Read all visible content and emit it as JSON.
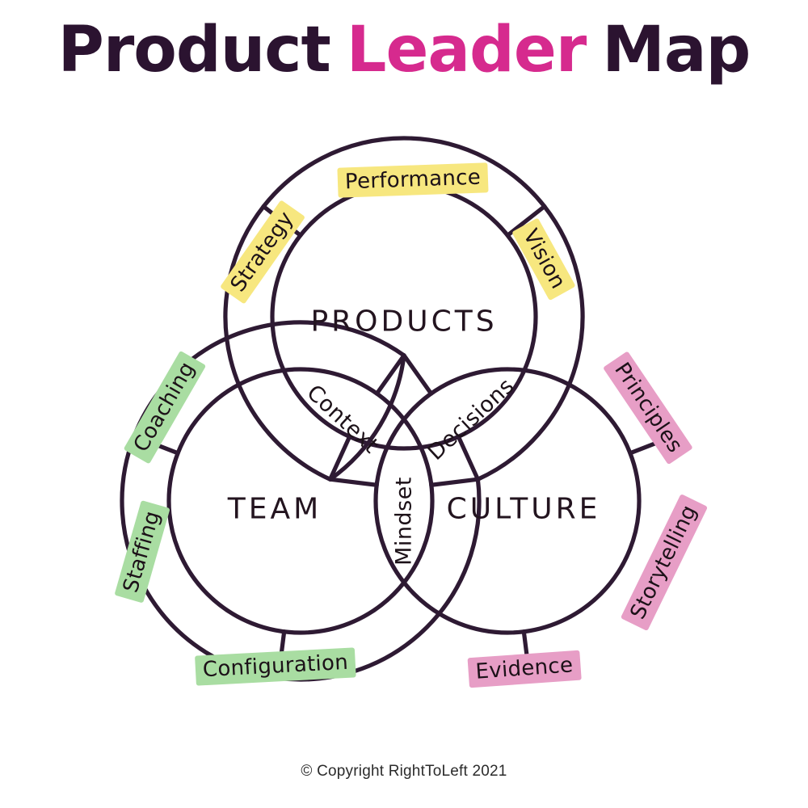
{
  "title": {
    "part1": "Product",
    "part2": "Leader",
    "part3": "Map",
    "color_dark": "#2b1330",
    "color_accent": "#d62a8e"
  },
  "footer": {
    "text": "© Copyright RightToLeft 2021"
  },
  "diagram": {
    "type": "venn-3-circle-with-outer-ring-segments",
    "stroke_color": "#2e1a33",
    "background": "#ffffff",
    "core_circles": [
      {
        "id": "products",
        "label": "PRODUCTS"
      },
      {
        "id": "team",
        "label": "TEAM"
      },
      {
        "id": "culture",
        "label": "CULTURE"
      }
    ],
    "overlaps": [
      {
        "id": "context",
        "label": "Context",
        "between": "PRODUCTS + TEAM"
      },
      {
        "id": "decisions",
        "label": "Decisions",
        "between": "PRODUCTS + CULTURE"
      },
      {
        "id": "mindset",
        "label": "Mindset",
        "between": "TEAM + CULTURE"
      }
    ],
    "ring_segments": [
      {
        "id": "strategy",
        "label": "Strategy",
        "highlight": "yellow",
        "parent": "products"
      },
      {
        "id": "performance",
        "label": "Performance",
        "highlight": "yellow",
        "parent": "products"
      },
      {
        "id": "vision",
        "label": "Vision",
        "highlight": "yellow",
        "parent": "products"
      },
      {
        "id": "principles",
        "label": "Principles",
        "highlight": "pink",
        "parent": "culture"
      },
      {
        "id": "storytelling",
        "label": "Storytelling",
        "highlight": "pink",
        "parent": "culture"
      },
      {
        "id": "evidence",
        "label": "Evidence",
        "highlight": "pink",
        "parent": "culture"
      },
      {
        "id": "configuration",
        "label": "Configuration",
        "highlight": "green",
        "parent": "team"
      },
      {
        "id": "staffing",
        "label": "Staffing",
        "highlight": "green",
        "parent": "team"
      },
      {
        "id": "coaching",
        "label": "Coaching",
        "highlight": "green",
        "parent": "team"
      }
    ],
    "highlight_colors": {
      "yellow": "#f7e77f",
      "green": "#a9dda2",
      "pink": "#e79ec6"
    }
  }
}
